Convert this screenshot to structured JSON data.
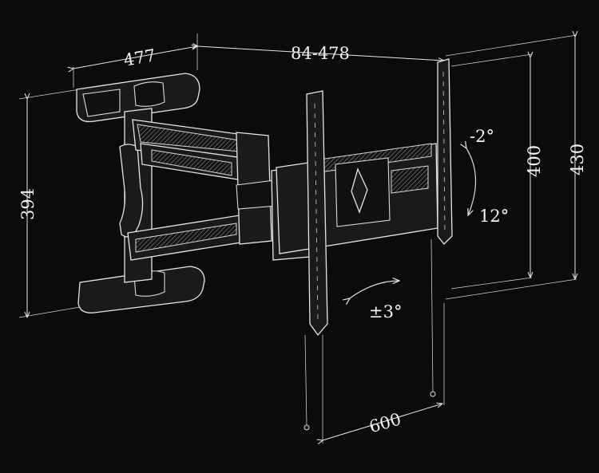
{
  "dimensions": {
    "arm_depth": "477",
    "extension_range": "84-478",
    "height_left": "394",
    "vesa_height_inner": "400",
    "vesa_height_outer": "430",
    "vesa_width": "600"
  },
  "angles": {
    "tilt_up": "-2°",
    "tilt_down": "12°",
    "swivel": "±3°"
  }
}
